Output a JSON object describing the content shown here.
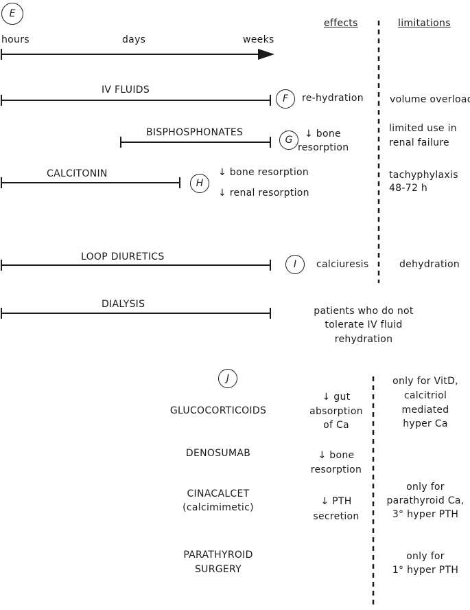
{
  "labels": {
    "E": "E",
    "F": "F",
    "G": "G",
    "H": "H",
    "I": "I",
    "J": "J"
  },
  "timeline": {
    "hours": "hours",
    "days": "days",
    "weeks": "weeks"
  },
  "headers": {
    "effects": "effects",
    "limitations": "limitations"
  },
  "treatments": {
    "iv_fluids": {
      "name": "IV FLUIDS",
      "effect": "re-hydration",
      "limitation": "volume overload"
    },
    "bisphosphonates": {
      "name": "BISPHOSPHONATES",
      "effect_1": "↓ bone",
      "effect_2": "resorption",
      "limitation_1": "limited use in",
      "limitation_2": "renal failure"
    },
    "calcitonin": {
      "name": "CALCITONIN",
      "effect_1": "↓ bone resorption",
      "effect_2": "↓ renal resorption",
      "limitation_1": "tachyphylaxis",
      "limitation_2": "48-72 h"
    },
    "loop_diuretics": {
      "name": "LOOP DIURETICS",
      "effect": "calciuresis",
      "limitation": "dehydration"
    },
    "dialysis": {
      "name": "DIALYSIS",
      "note_1": "patients who do not",
      "note_2": "tolerate IV fluid",
      "note_3": "rehydration"
    }
  },
  "other": {
    "glucocorticoids": {
      "name": "GLUCOCORTICOIDS",
      "effect_1": "↓ gut",
      "effect_2": "absorption",
      "effect_3": "of Ca",
      "limitation_1": "only for VitD,",
      "limitation_2": "calcitriol",
      "limitation_3": "mediated",
      "limitation_4": "hyper Ca"
    },
    "denosumab": {
      "name": "DENOSUMAB",
      "effect_1": "↓ bone",
      "effect_2": "resorption"
    },
    "cinacalcet": {
      "name": "CINACALCET",
      "sub": "(calcimimetic)",
      "effect_1": "↓ PTH",
      "effect_2": "secretion",
      "limitation_1": "only for",
      "limitation_2": "parathyroid Ca,",
      "limitation_3": "3° hyper PTH"
    },
    "parathyroid_surgery": {
      "name_1": "PARATHYROID",
      "name_2": "SURGERY",
      "limitation_1": "only for",
      "limitation_2": "1° hyper PTH"
    }
  }
}
